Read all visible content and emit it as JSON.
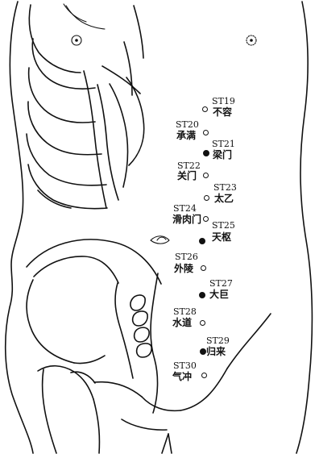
{
  "points": [
    {
      "code": "ST19",
      "name": "不容",
      "filled": false
    },
    {
      "code": "ST20",
      "name": "承满",
      "filled": false
    },
    {
      "code": "ST21",
      "name": "梁门",
      "filled": true
    },
    {
      "code": "ST22",
      "name": "关门",
      "filled": false
    },
    {
      "code": "ST23",
      "name": "太乙",
      "filled": false
    },
    {
      "code": "ST24",
      "name": "滑肉门",
      "filled": false
    },
    {
      "code": "ST25",
      "name": "天枢",
      "filled": true
    },
    {
      "code": "ST26",
      "name": "外陵",
      "filled": false
    },
    {
      "code": "ST27",
      "name": "大巨",
      "filled": true
    },
    {
      "code": "ST28",
      "name": "水道",
      "filled": false
    },
    {
      "code": "ST29",
      "name": "归来",
      "filled": true
    },
    {
      "code": "ST30",
      "name": "气冲",
      "filled": false
    }
  ]
}
